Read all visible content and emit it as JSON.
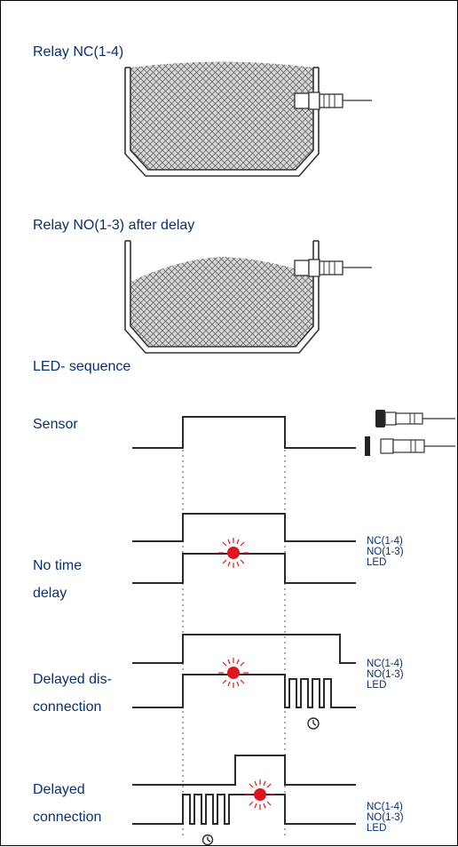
{
  "labels": {
    "relay_nc": "Relay NC(1-4)",
    "relay_no_delay": "Relay NO(1-3) after delay",
    "led_sequence": "LED- sequence",
    "sensor": "Sensor",
    "no_time_delay_1": "No time",
    "no_time_delay_2": "delay",
    "delayed_dis_1": "Delayed dis-",
    "delayed_dis_2": "connection",
    "delayed_con_1": "Delayed",
    "delayed_con_2": "connection"
  },
  "rows": [
    {
      "nc": "NC(1-4)",
      "no": "NO(1-3)",
      "led": "LED"
    },
    {
      "nc": "NC(1-4)",
      "no": "NO(1-3)",
      "led": "LED"
    },
    {
      "nc": "NC(1-4)",
      "no": "NO(1-3)",
      "led": "LED"
    }
  ],
  "colors": {
    "text": "#0a2f73",
    "led": "#e0141c",
    "line": "#2b2b2b"
  }
}
